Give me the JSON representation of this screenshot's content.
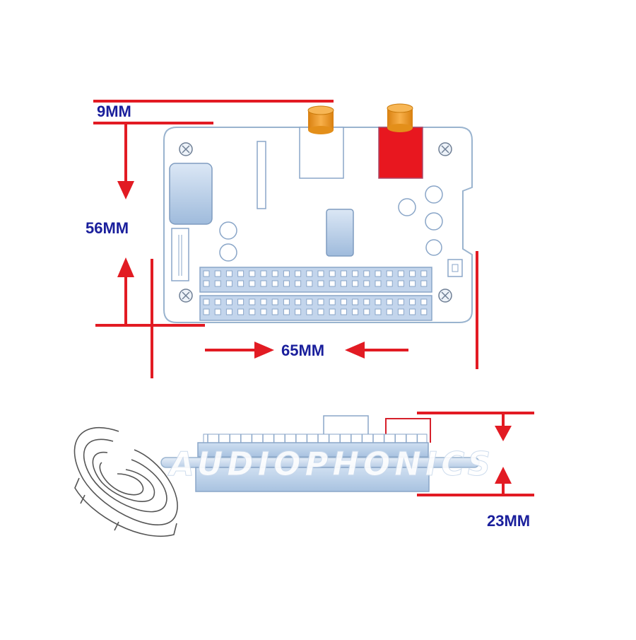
{
  "dimensions": {
    "height_offset": "9MM",
    "board_height": "56MM",
    "board_width": "65MM",
    "stack_height": "23MM"
  },
  "watermark": "AUDIOPHONICS",
  "colors": {
    "dimension_line": "#e21b23",
    "dimension_text": "#1a1f9c",
    "board_outline": "#9ab4cf",
    "board_fill": "#ffffff",
    "component_fill": "#b9cfe8",
    "rca_left": "#f39a1d",
    "rca_right_body": "#e8171f"
  },
  "icons": {
    "logo": "audiophonics-speaker-logo"
  }
}
